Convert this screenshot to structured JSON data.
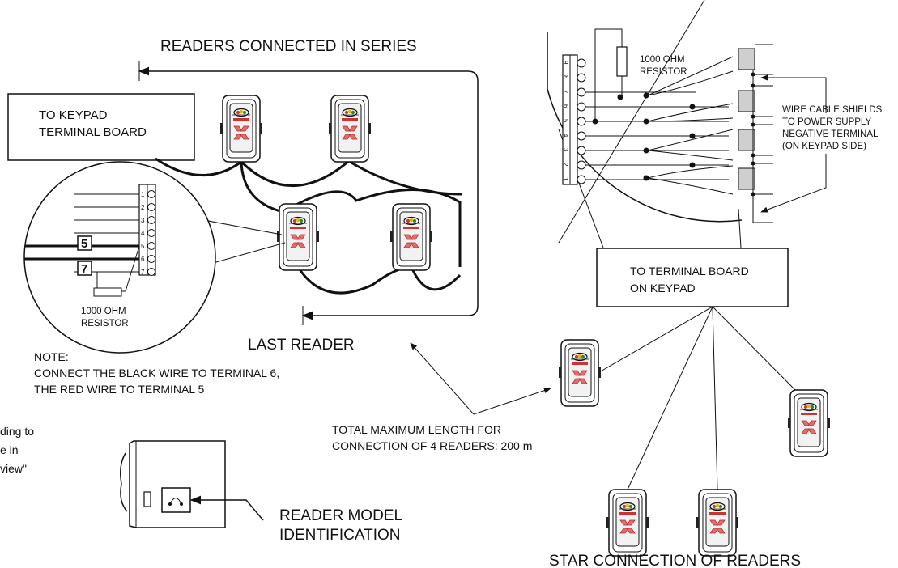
{
  "diagram": {
    "series_title": "READERS CONNECTED IN SERIES",
    "keypad_box_line1": "TO KEYPAD",
    "keypad_box_line2": "TERMINAL BOARD",
    "last_reader": "LAST READER",
    "terminal_board_box_line1": "TO TERMINAL BOARD",
    "terminal_board_box_line2": "ON KEYPAD",
    "resistor_left_line1": "1000 OHM",
    "resistor_left_line2": "RESISTOR",
    "resistor_top_line1": "1000 OHM",
    "resistor_top_line2": "RESISTOR",
    "shields_line1": "WIRE CABLE SHIELDS",
    "shields_line2": "TO POWER SUPPLY",
    "shields_line3": "NEGATIVE TERMINAL",
    "shields_line4": "(ON KEYPAD SIDE)",
    "note_title": "NOTE:",
    "note_line1": "CONNECT THE BLACK WIRE TO TERMINAL 6,",
    "note_line2": "THE RED WIRE TO TERMINAL 5",
    "max_length_line1": "TOTAL MAXIMUM LENGTH FOR",
    "max_length_line2": "CONNECTION OF 4 READERS: 200 m",
    "side_text_line1": "ding to",
    "side_text_line2": "e in",
    "side_text_line3": "view\"",
    "model_id_line1": "READER MODEL",
    "model_id_line2": "IDENTIFICATION",
    "star_title": "STAR CONNECTION OF READERS",
    "wire_tag_5": "5",
    "wire_tag_7": "7",
    "left_terminal_numbers": [
      "1",
      "2",
      "3",
      "4",
      "5",
      "6",
      "7"
    ],
    "top_terminal_numbers": [
      "9",
      "8",
      "7",
      "6",
      "5",
      "4",
      "3",
      "2",
      "1"
    ]
  }
}
